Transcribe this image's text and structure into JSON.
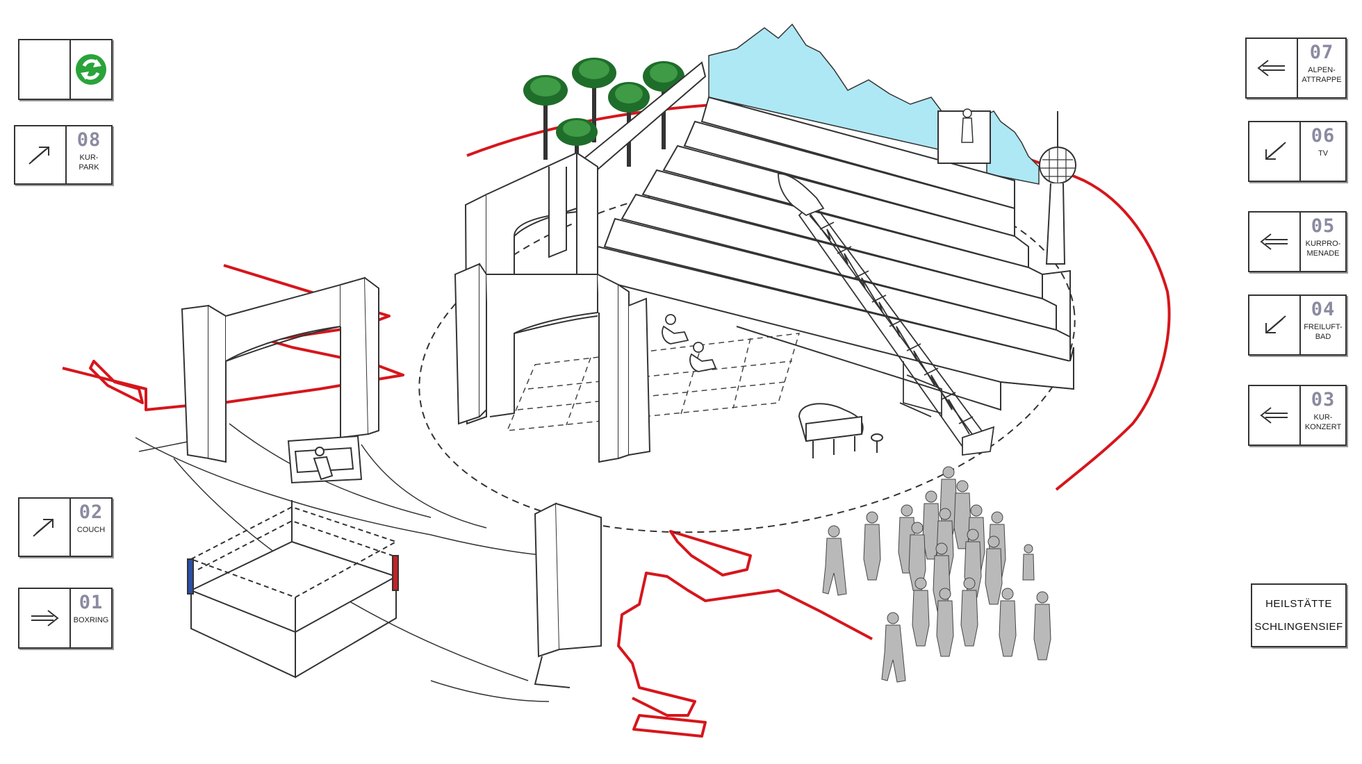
{
  "signs": [
    {
      "id": "08",
      "label": "KUR-\nPARK",
      "arrow": "up-right-arrow",
      "side": "left"
    },
    {
      "id": "02",
      "label": "COUCH",
      "arrow": "up-right-arrow",
      "side": "left"
    },
    {
      "id": "01",
      "label": "BOXRING",
      "arrow": "right-arrow",
      "side": "left"
    },
    {
      "id": "07",
      "label": "ALPEN-\nATTRAPPE",
      "arrow": "left-arrow",
      "side": "right"
    },
    {
      "id": "06",
      "label": "TV",
      "arrow": "down-left-arrow",
      "side": "right"
    },
    {
      "id": "05",
      "label": "KURPRO-\nMENADE",
      "arrow": "left-arrow",
      "side": "right"
    },
    {
      "id": "04",
      "label": "FREILUFT-\nBAD",
      "arrow": "down-left-arrow",
      "side": "right"
    },
    {
      "id": "03",
      "label": "KUR-\nKONZERT",
      "arrow": "left-arrow",
      "side": "right"
    }
  ],
  "recycle_sign": {
    "icon": "recycle-icon"
  },
  "title": {
    "line1": "HEILSTÄTTE",
    "line2": "SCHLINGENSIEF"
  },
  "colors": {
    "path": "#d6161c",
    "mountain": "#aee8f4",
    "figure": "#b9b9b9",
    "ring_blue": "#2a4fa8",
    "ring_red": "#c52222",
    "recycle": "#2aa33a"
  }
}
